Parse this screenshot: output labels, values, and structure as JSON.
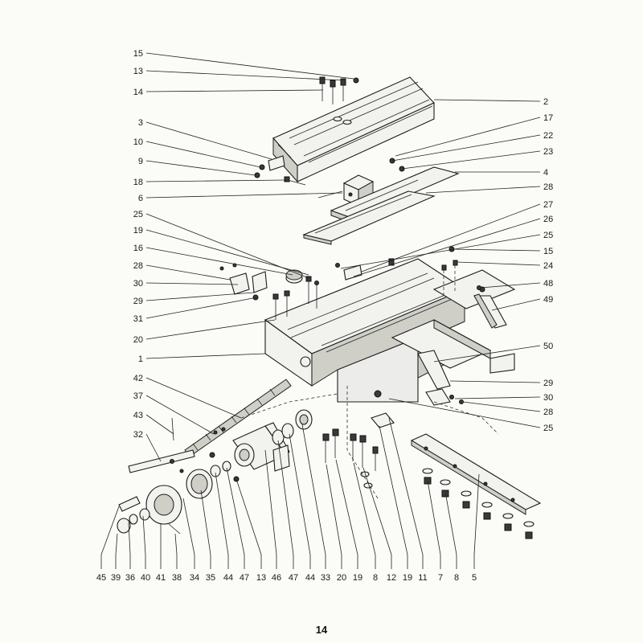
{
  "page_number": "14",
  "callouts_top": [
    "15",
    "13",
    "14",
    "3",
    "10",
    "9",
    "18",
    "6",
    "25",
    "19",
    "16",
    "28",
    "30",
    "29",
    "31",
    "20",
    "1",
    "42",
    "37",
    "43",
    "32"
  ],
  "callouts_right": [
    "2",
    "17",
    "22",
    "23",
    "4",
    "28",
    "27",
    "26",
    "25",
    "15",
    "24",
    "48",
    "49",
    "50",
    "29",
    "30",
    "28",
    "25"
  ],
  "callouts_bottom": [
    "45",
    "39",
    "36",
    "40",
    "41",
    "38",
    "34",
    "35",
    "44",
    "47",
    "13",
    "46",
    "47",
    "44",
    "33",
    "20",
    "19",
    "8",
    "12",
    "19",
    "11",
    "7",
    "8",
    "5"
  ]
}
